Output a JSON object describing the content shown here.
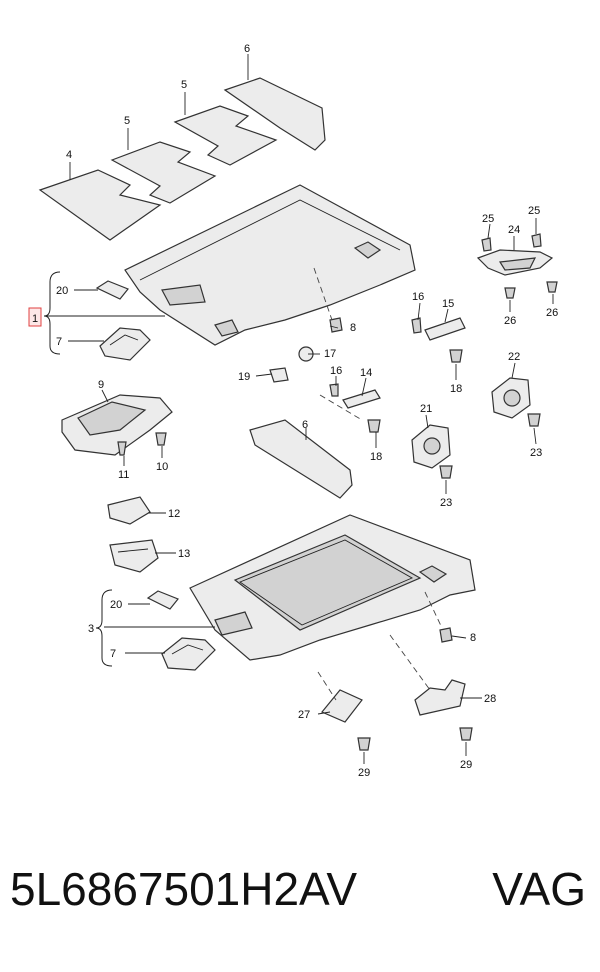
{
  "callouts": {
    "c1": "1",
    "c3": "3",
    "c4": "4",
    "c5a": "5",
    "c5b": "5",
    "c6a": "6",
    "c6b": "6",
    "c7a": "7",
    "c7b": "7",
    "c8a": "8",
    "c8b": "8",
    "c9": "9",
    "c10": "10",
    "c11": "11",
    "c12": "12",
    "c13": "13",
    "c14": "14",
    "c15": "15",
    "c16a": "16",
    "c16b": "16",
    "c17": "17",
    "c18a": "18",
    "c18b": "18",
    "c19": "19",
    "c20a": "20",
    "c20b": "20",
    "c21": "21",
    "c22": "22",
    "c23a": "23",
    "c23b": "23",
    "c24": "24",
    "c25a": "25",
    "c25b": "25",
    "c26a": "26",
    "c26b": "26",
    "c27": "27",
    "c28": "28",
    "c29a": "29",
    "c29b": "29"
  },
  "footer": {
    "part_number": "5L6867501H2AV",
    "brand": "VAG"
  },
  "colors": {
    "line": "#222222",
    "part_fill": "#ececec",
    "highlight_box": "#e04040"
  }
}
